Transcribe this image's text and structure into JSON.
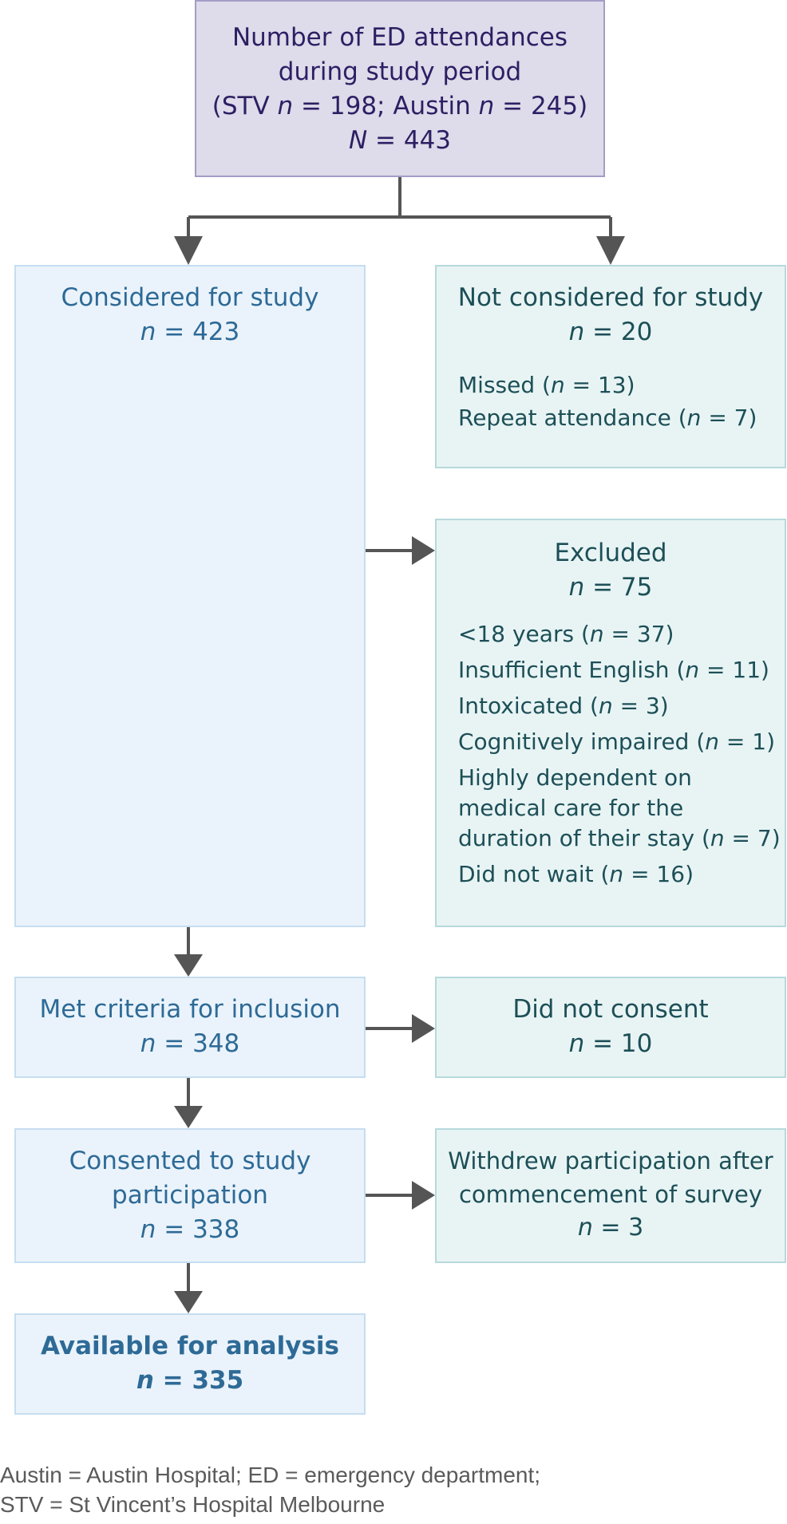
{
  "top": {
    "l1": "Number of ED attendances",
    "l2": "during study period",
    "l3a": "(STV ",
    "n": "n",
    "l3b": " = 198; Austin ",
    "l3c": " = 245)",
    "N": "N",
    "l4": " = 443"
  },
  "considered": {
    "title": "Considered for study",
    "n": "n",
    "val": " = 423"
  },
  "not_considered": {
    "title": "Not considered for study",
    "n": "n",
    "val": " = 20",
    "items": {
      "missed_a": "Missed (",
      "missed_b": " = 13)",
      "repeat_a": "Repeat attendance (",
      "repeat_b": " = 7)"
    }
  },
  "excluded": {
    "title": "Excluded",
    "n": "n",
    "val": " = 75",
    "items": {
      "age_a": "<18 years (",
      "age_b": " = 37)",
      "eng_a": "Insufficient English (",
      "eng_b": " = 11)",
      "tox_a": "Intoxicated (",
      "tox_b": " = 3)",
      "cog_a": "Cognitively impaired (",
      "cog_b": " = 1)",
      "dep_l1": "Highly dependent on",
      "dep_l2": "medical care for the",
      "dep_l3a": "duration of their stay (",
      "dep_l3b": " = 7)",
      "wait_a": "Did not wait (",
      "wait_b": " = 16)"
    }
  },
  "met": {
    "title": "Met criteria for inclusion",
    "n": "n",
    "val": " = 348"
  },
  "not_consent": {
    "title": "Did not consent",
    "n": "n",
    "val": " = 10"
  },
  "consented": {
    "l1": "Consented to study",
    "l2": "participation",
    "n": "n",
    "val": " = 338"
  },
  "withdrew": {
    "l1": "Withdrew participation after",
    "l2": "commencement of survey",
    "n": "n",
    "val": " = 3"
  },
  "available": {
    "title": "Available for analysis",
    "n": "n",
    "val": " = 335"
  },
  "footnote": {
    "l1": "Austin = Austin Hospital; ED = emergency department;",
    "l2": "STV = St Vincent’s Hospital Melbourne"
  },
  "colors": {
    "arrow": "#555555",
    "purple_fill": "#dedbea",
    "blue_fill": "#eaf3fb",
    "teal_fill": "#e8f4f4"
  }
}
